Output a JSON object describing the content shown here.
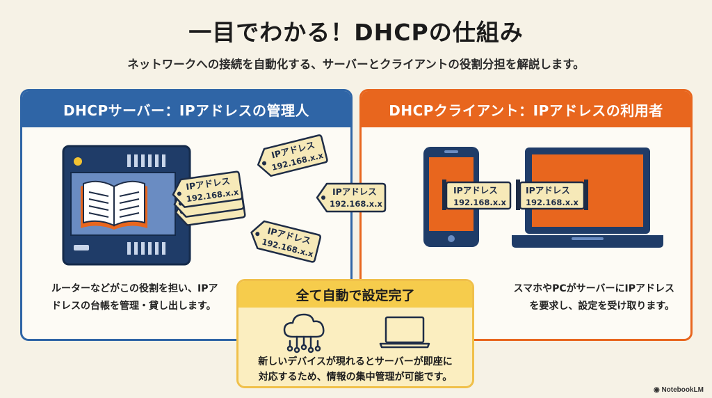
{
  "title": "一目でわかる！DHCPの仕組み",
  "subtitle": "ネットワークへの接続を自動化する、サーバーとクライアントの役割分担を解説します。",
  "server_panel": {
    "header": "DHCPサーバー：IPアドレスの管理人",
    "text_line1": "ルーターなどがこの役割を担い、IPア",
    "text_line2": "ドレスの台帳を管理・貸し出します。"
  },
  "client_panel": {
    "header": "DHCPクライアント：IPアドレスの利用者",
    "text_line1": "スマホやPCがサーバーにIPアドレス",
    "text_line2": "を要求し、設定を受け取ります。"
  },
  "auto_box": {
    "header": "全て自動で設定完了",
    "text_line1": "新しいデバイスが現れるとサーバーが即座に",
    "text_line2": "対応するため、情報の集中管理が可能です。"
  },
  "tag": {
    "label": "IPアドレス",
    "address": "192.168.x.x"
  },
  "watermark": "NotebookLM",
  "icons": [
    "server-icon",
    "book-icon",
    "ip-tag-icon",
    "smartphone-icon",
    "laptop-icon",
    "cloud-network-icon",
    "laptop-outline-icon"
  ],
  "colors": {
    "server_blue": "#2f65a6",
    "client_orange": "#e8661e",
    "auto_yellow": "#f6cc4c",
    "tag_fill": "#f6e9b8",
    "navy": "#1e3a66",
    "background": "#f6f2e6"
  }
}
